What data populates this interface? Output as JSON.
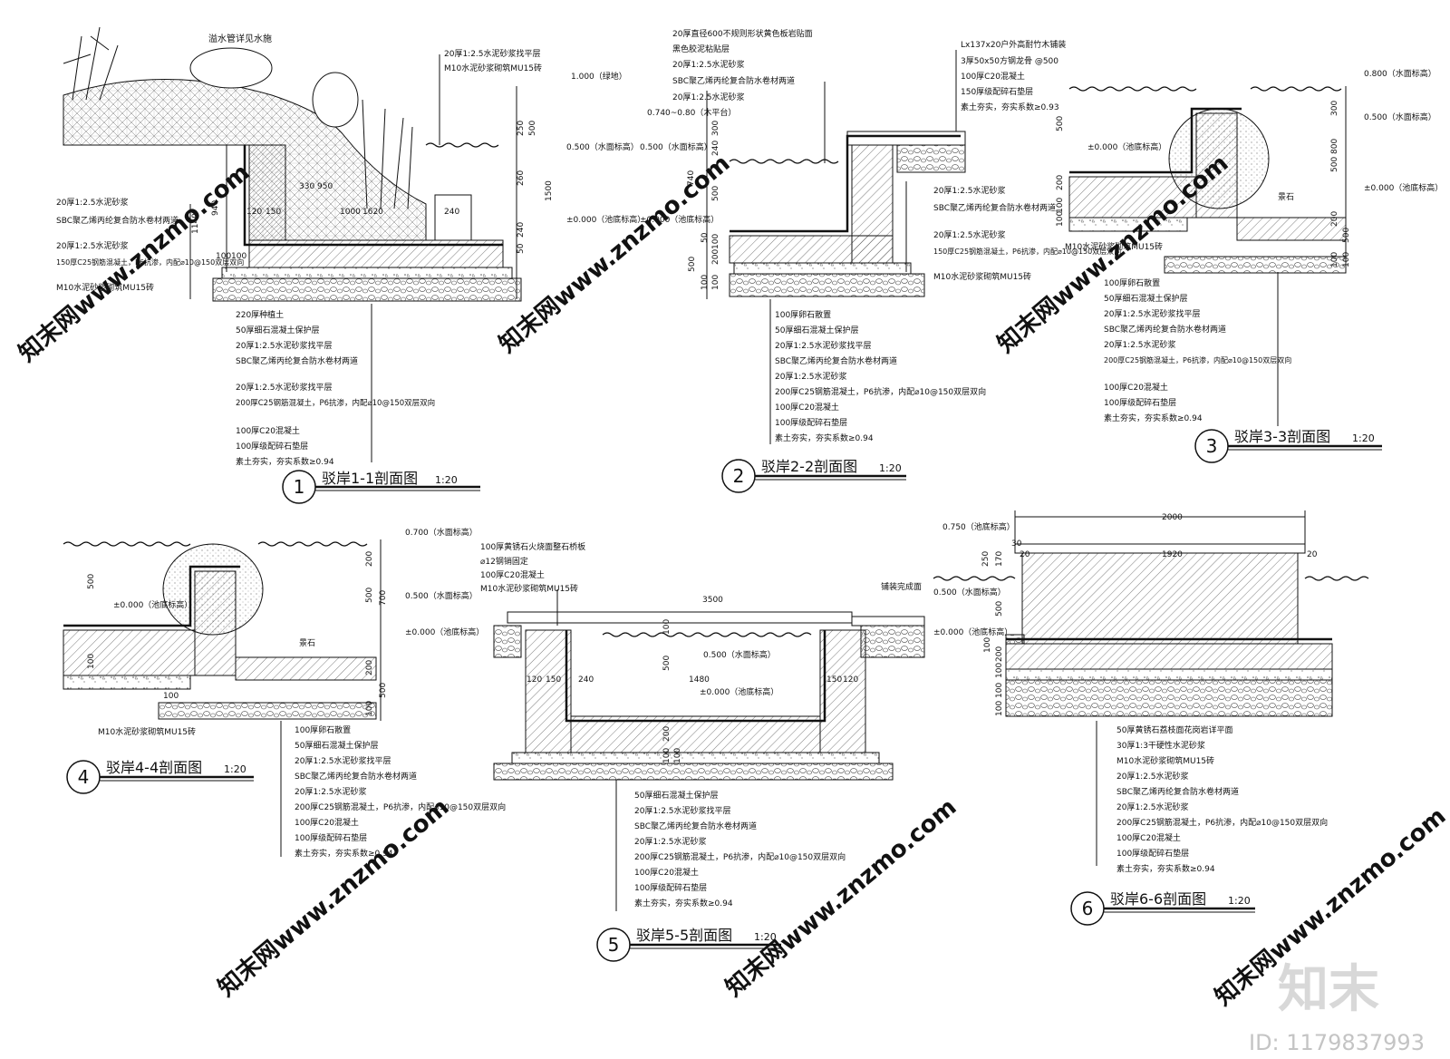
{
  "sections": [
    {
      "num": "1",
      "title": "驳岸1-1剖面图",
      "scale": "1:20",
      "callout": "溢水管详见水施",
      "top_notes": [
        "20厚1:2.5水泥砂浆找平层",
        "M10水泥砂浆砌筑MU15砖"
      ],
      "left_notes": [
        "20厚1:2.5水泥砂浆",
        "SBC聚乙烯丙纶复合防水卷材两道",
        "20厚1:2.5水泥砂浆",
        "150厚C25钢筋混凝土，P6抗渗，内配⌀10@150双层双向",
        "M10水泥砂浆砌筑MU15砖"
      ],
      "bottom_notes": [
        "220厚种植土",
        "50厚细石混凝土保护层",
        "20厚1:2.5水泥砂浆找平层",
        "SBC聚乙烯丙纶复合防水卷材两道",
        "20厚1:2.5水泥砂浆找平层",
        "200厚C25钢筋混凝土，P6抗渗，内配⌀10@150双层双向",
        "100厚C20混凝土",
        "100厚级配碎石垫层",
        "素土夯实，夯实系数≥0.94"
      ],
      "levels": [
        "1.000（绿地）",
        "0.500（水面标高）",
        "±0.000（池底标高）"
      ],
      "dims": [
        "330",
        "950",
        "1000",
        "1620",
        "120",
        "150",
        "240",
        "1140",
        "940",
        "250",
        "500",
        "260",
        "1500",
        "240",
        "50",
        "100",
        "100"
      ]
    },
    {
      "num": "2",
      "title": "驳岸2-2剖面图",
      "scale": "1:20",
      "top_notes": [
        "20厚直径600不规则形状黄色板岩贴面",
        "黑色胶泥粘贴层",
        "20厚1:2.5水泥砂浆",
        "SBC聚乙烯丙纶复合防水卷材两道",
        "20厚1:2.5水泥砂浆"
      ],
      "right_top_notes": [
        "Lx137x20户外高耐竹木铺装",
        "3厚50x50方钢龙骨 @500",
        "100厚C20混凝土",
        "150厚级配碎石垫层",
        "素土夯实，夯实系数≥0.93"
      ],
      "right_notes": [
        "20厚1:2.5水泥砂浆",
        "SBC聚乙烯丙纶复合防水卷材两道",
        "20厚1:2.5水泥砂浆",
        "150厚C25钢筋混凝土，P6抗渗，内配⌀10@150双层双向",
        "M10水泥砂浆砌筑MU15砖"
      ],
      "bottom_notes": [
        "100厚卵石散置",
        "50厚细石混凝土保护层",
        "20厚1:2.5水泥砂浆找平层",
        "SBC聚乙烯丙纶复合防水卷材两道",
        "20厚1:2.5水泥砂浆",
        "200厚C25钢筋混凝土，P6抗渗，内配⌀10@150双层双向",
        "100厚C20混凝土",
        "100厚级配碎石垫层",
        "素土夯实，夯实系数≥0.94"
      ],
      "levels": [
        "0.740~0.80（木平台）",
        "0.500（水面标高）",
        "±0.000（池底标高）"
      ],
      "dims": [
        "300",
        "240",
        "740",
        "500",
        "50",
        "100",
        "200",
        "500",
        "100",
        "100"
      ]
    },
    {
      "num": "3",
      "title": "驳岸3-3剖面图",
      "scale": "1:20",
      "levels": [
        "0.800（水面标高）",
        "0.500（水面标高）",
        "±0.000（池底标高）",
        "±0.000（池底标高）"
      ],
      "stone": "景石",
      "left_note": "M10水泥砂浆砌筑MU15砖",
      "bottom_notes": [
        "100厚卵石散置",
        "50厚细石混凝土保护层",
        "20厚1:2.5水泥砂浆找平层",
        "SBC聚乙烯丙纶复合防水卷材两道",
        "20厚1:2.5水泥砂浆",
        "200厚C25钢筋混凝土，P6抗渗，内配⌀10@150双层双向",
        "100厚C20混凝土",
        "100厚级配碎石垫层",
        "素土夯实，夯实系数≥0.94"
      ],
      "dims": [
        "300",
        "800",
        "500",
        "200",
        "500",
        "500",
        "200",
        "100",
        "100",
        "100",
        "100"
      ]
    },
    {
      "num": "4",
      "title": "驳岸4-4剖面图",
      "scale": "1:20",
      "levels": [
        "0.700（水面标高）",
        "±0.000（池底标高）",
        "0.500（水面标高）",
        "±0.000（池底标高）"
      ],
      "stone": "景石",
      "left_note": "M10水泥砂浆砌筑MU15砖",
      "bottom_notes": [
        "100厚卵石散置",
        "50厚细石混凝土保护层",
        "20厚1:2.5水泥砂浆找平层",
        "SBC聚乙烯丙纶复合防水卷材两道",
        "20厚1:2.5水泥砂浆",
        "200厚C25钢筋混凝土，P6抗渗，内配⌀10@150双层双向",
        "100厚C20混凝土",
        "100厚级配碎石垫层",
        "素土夯实，夯实系数≥0.94"
      ],
      "dims": [
        "500",
        "200",
        "700",
        "200",
        "500",
        "500",
        "100",
        "100",
        "100"
      ]
    },
    {
      "num": "5",
      "title": "驳岸5-5剖面图",
      "scale": "1:20",
      "top_notes": [
        "100厚黄锈石火烧面整石桥板",
        "⌀12钢销固定",
        "100厚C20混凝土",
        "M10水泥砂浆砌筑MU15砖"
      ],
      "right_note": "铺装完成面",
      "levels": [
        "0.500（水面标高）",
        "±0.000（池底标高）"
      ],
      "bottom_notes": [
        "50厚细石混凝土保护层",
        "20厚1:2.5水泥砂浆找平层",
        "SBC聚乙烯丙纶复合防水卷材两道",
        "20厚1:2.5水泥砂浆",
        "200厚C25钢筋混凝土，P6抗渗，内配⌀10@150双层双向",
        "100厚C20混凝土",
        "100厚级配碎石垫层",
        "素土夯实，夯实系数≥0.94"
      ],
      "dims": [
        "3500",
        "1480",
        "120",
        "150",
        "240",
        "150",
        "120",
        "500",
        "100",
        "200",
        "100",
        "100"
      ]
    },
    {
      "num": "6",
      "title": "驳岸6-6剖面图",
      "scale": "1:20",
      "levels": [
        "0.750（池底标高）",
        "0.500（水面标高）",
        "±0.000（池底标高）"
      ],
      "bottom_notes": [
        "50厚黄锈石荔枝面花岗岩详平面",
        "30厚1:3干硬性水泥砂浆",
        "M10水泥砂浆砌筑MU15砖",
        "20厚1:2.5水泥砂浆",
        "SBC聚乙烯丙纶复合防水卷材两道",
        "20厚1:2.5水泥砂浆",
        "200厚C25钢筋混凝土，P6抗渗，内配⌀10@150双层双向",
        "100厚C20混凝土",
        "100厚级配碎石垫层",
        "素土夯实，夯实系数≥0.94"
      ],
      "dims": [
        "2000",
        "1920",
        "250",
        "170",
        "30",
        "20",
        "20",
        "500",
        "200",
        "100",
        "100",
        "100",
        "100"
      ]
    }
  ],
  "watermark": {
    "logo": "知末",
    "id": "ID: 1179837993",
    "site": "知末网www.znzmo.com"
  }
}
